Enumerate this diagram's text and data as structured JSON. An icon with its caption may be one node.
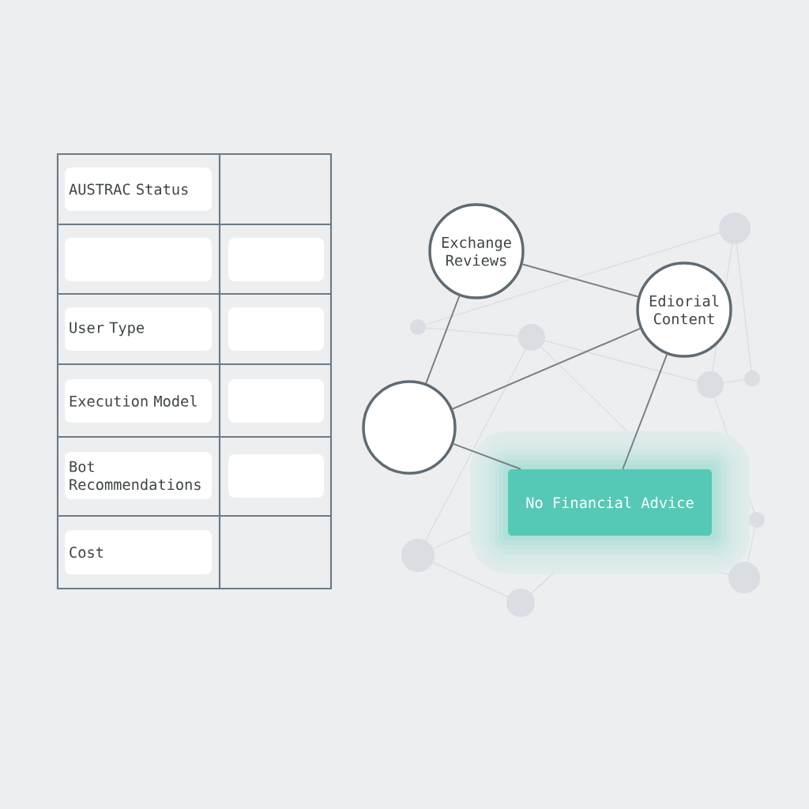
{
  "diagram": {
    "nodes": [
      {
        "text": [
          "AUSTRAC Status"
        ]
      },
      {
        "text": [],
        "shape": "box"
      },
      {
        "text": [],
        "shape": "box"
      },
      {
        "text": [
          "User Type"
        ]
      },
      {
        "text": [],
        "shape": "box"
      },
      {
        "text": [
          "Execution Model"
        ]
      },
      {
        "text": [],
        "shape": "box"
      },
      {
        "text": [
          "Bot Recommendations"
        ]
      },
      {
        "text": [],
        "shape": "box"
      },
      {
        "text": [
          "Cost"
        ]
      },
      {
        "text": [
          "Exchange Reviews"
        ]
      },
      {
        "text": [
          "Ediorial Content"
        ]
      },
      {
        "text": [],
        "shape": "circle"
      },
      {
        "text": [
          "No Financial Advice"
        ]
      }
    ],
    "edges": [
      {
        "from": 10,
        "to": 11,
        "arrow": "none"
      },
      {
        "from": 10,
        "to": 12,
        "arrow": "none"
      },
      {
        "from": 12,
        "to": 11,
        "arrow": "none"
      },
      {
        "from": 11,
        "to": 13,
        "arrow": "none"
      },
      {
        "from": 12,
        "to": 13,
        "arrow": "none"
      }
    ]
  }
}
